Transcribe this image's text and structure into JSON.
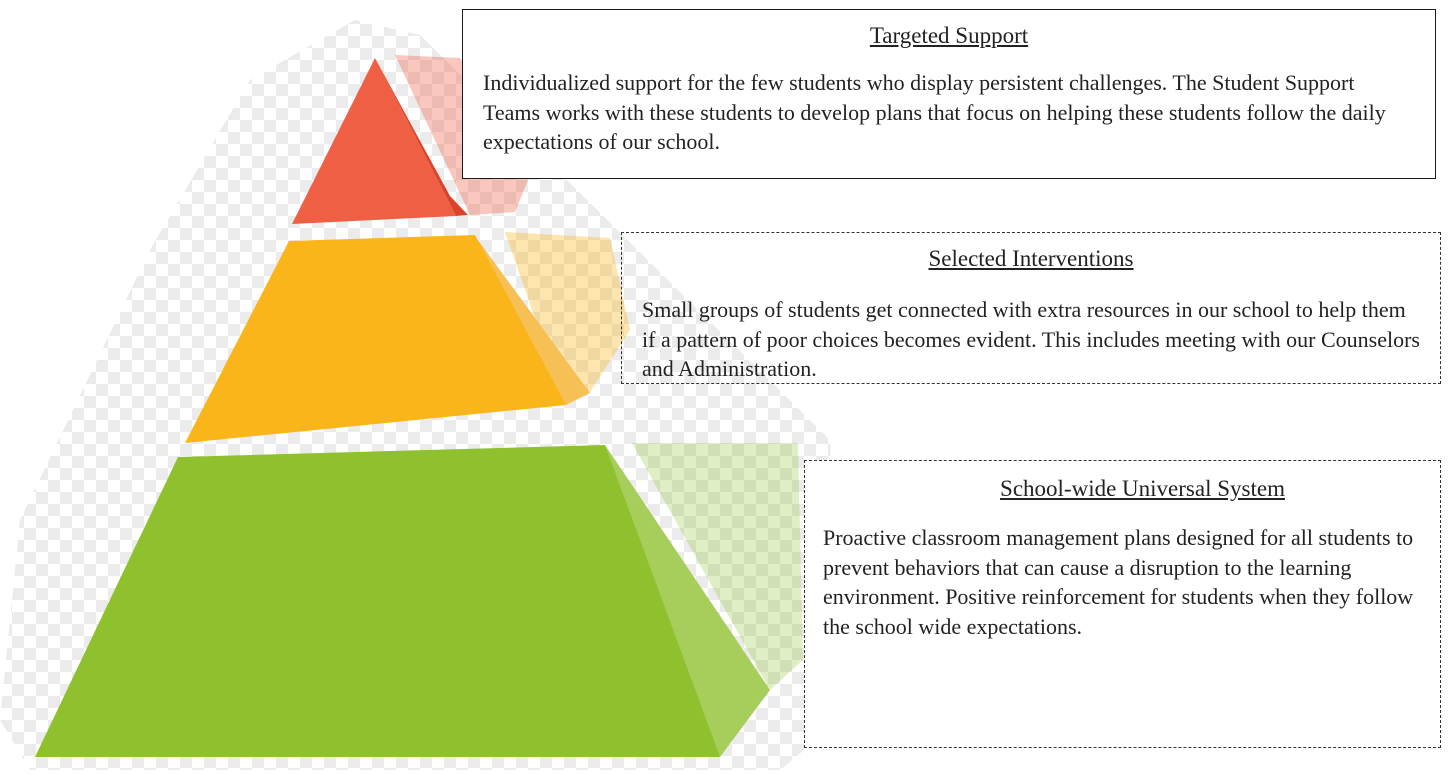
{
  "tiers": {
    "top": {
      "title": "Targeted Support",
      "body": "Individualized support for the few students who display persistent challenges. The Student Support Teams works with these students to develop plans that focus on helping these students follow the daily expectations of our school.",
      "color": "#ee5f43"
    },
    "middle": {
      "title": "Selected Interventions",
      "body": "Small groups of students get connected with extra resources in our school to help them if a pattern of poor choices becomes evident. This includes meeting with our Counselors and Administration.",
      "color": "#f9b51a"
    },
    "bottom": {
      "title": "School-wide Universal System",
      "body": "Proactive classroom management plans designed for all students to prevent behaviors that can cause a disruption to the learning environment. Positive reinforcement for students when they follow the school wide expectations.",
      "color": "#8ec12d"
    }
  }
}
